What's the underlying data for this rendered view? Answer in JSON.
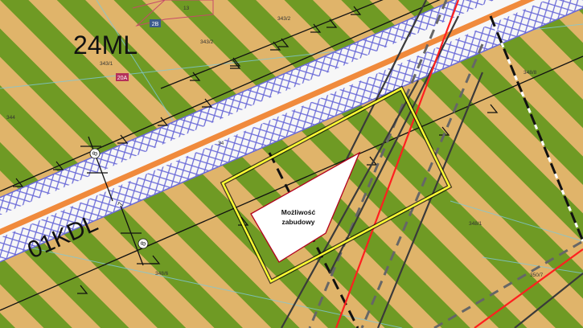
{
  "map": {
    "zone_labels": {
      "zone_24ml": "24ML",
      "road_01kdl": "01KDL"
    },
    "building_area_label": {
      "line1": "Możliwość",
      "line2": "zabudowy"
    },
    "parcel_numbers": {
      "p343_2_top": "343/2",
      "p343_2": "343/2",
      "p343_1": "343/1",
      "p344": "344",
      "p34": "34",
      "p348_8": "348/8",
      "p348_1": "348/1",
      "p348_6": "348/6",
      "p350_7": "350/7",
      "p13": "13"
    },
    "building_badges": {
      "badge_2b": "2B",
      "badge_20a": "20A"
    },
    "dimension_labels": {
      "dim_top": "8",
      "dim_mid": "7",
      "dim_bottom": "8"
    },
    "colors": {
      "green_stripe": "#6f9a24",
      "tan_stripe": "#e0b46a",
      "road_white": "#f7f7f7",
      "road_center": "#f08a3c",
      "hatch_blue": "#6a6ad8",
      "highlight_yellow": "#ffff33",
      "red_line": "#ff1f1f",
      "dark_line": "#3a3a3a",
      "badge_blue": "#3b5a8c",
      "badge_red": "#b5315a"
    }
  }
}
